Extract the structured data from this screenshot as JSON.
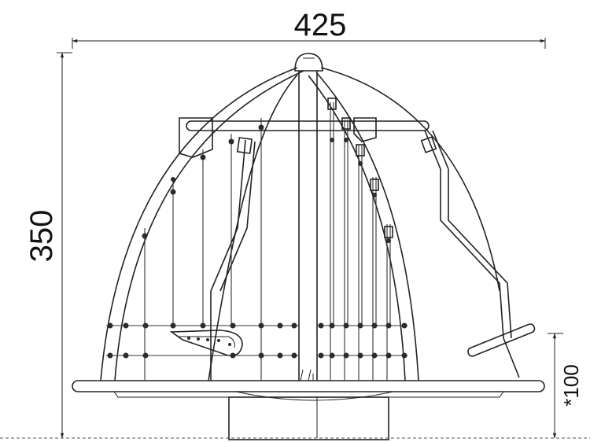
{
  "dimensions": {
    "width_label": "425",
    "height_label": "350",
    "foundation_label": "*100"
  }
}
